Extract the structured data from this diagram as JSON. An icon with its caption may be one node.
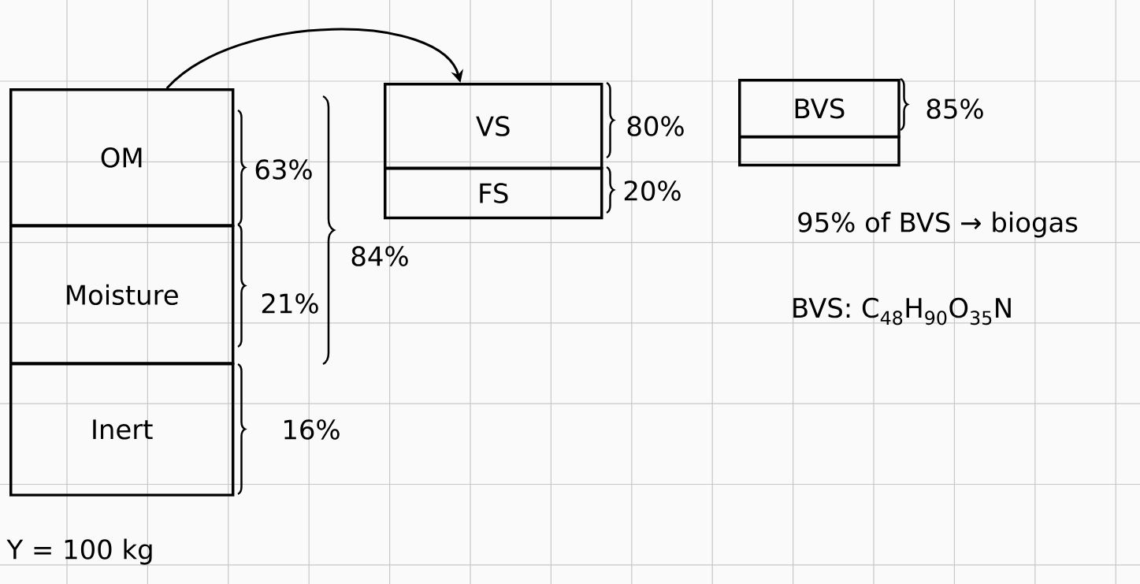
{
  "diagram": {
    "nodes": [
      {
        "text": [
          "OM"
        ],
        "beside": [
          "63%"
        ]
      },
      {
        "text": [
          "Moisture"
        ],
        "beside": [
          "21%"
        ]
      },
      {
        "text": [
          "Inert"
        ],
        "beside": [
          "16%"
        ]
      },
      {
        "text": [
          "VS"
        ],
        "beside": [
          "80%"
        ]
      },
      {
        "text": [
          "FS"
        ],
        "beside": [
          "20%"
        ]
      },
      {
        "text": [
          "BVS"
        ],
        "beside": [
          "85%"
        ]
      },
      {
        "text": [],
        "shape": "box"
      }
    ],
    "edges": [
      {
        "from": 0,
        "to": 3,
        "arrow": "to"
      }
    ],
    "labels": [
      "84%",
      "95% of BVS → biogas",
      "BVS: C$_{48}$H$_{90}$O$_{35}$N",
      "Y = 100 kg"
    ]
  }
}
